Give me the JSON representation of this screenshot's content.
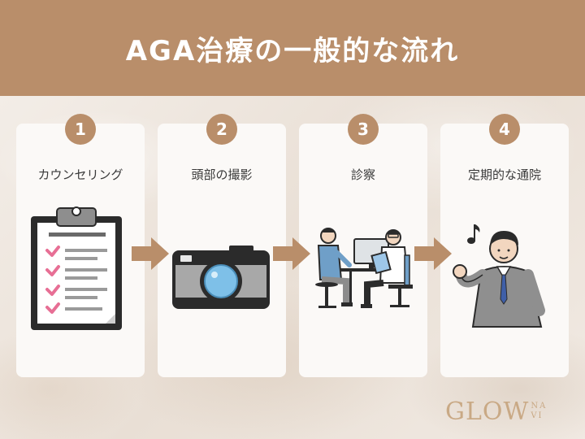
{
  "title": "AGA治療の一般的な流れ",
  "steps": [
    {
      "number": "1",
      "label": "カウンセリング"
    },
    {
      "number": "2",
      "label": "頭部の撮影"
    },
    {
      "number": "3",
      "label": "診察"
    },
    {
      "number": "4",
      "label": "定期的な通院"
    }
  ],
  "logo": {
    "main": "GLOW",
    "sub_top": "NA",
    "sub_bottom": "VI"
  },
  "colors": {
    "accent": "#b98e6a",
    "card": "#fbf9f7",
    "check": "#e76f95",
    "background": "#efe8e1"
  }
}
